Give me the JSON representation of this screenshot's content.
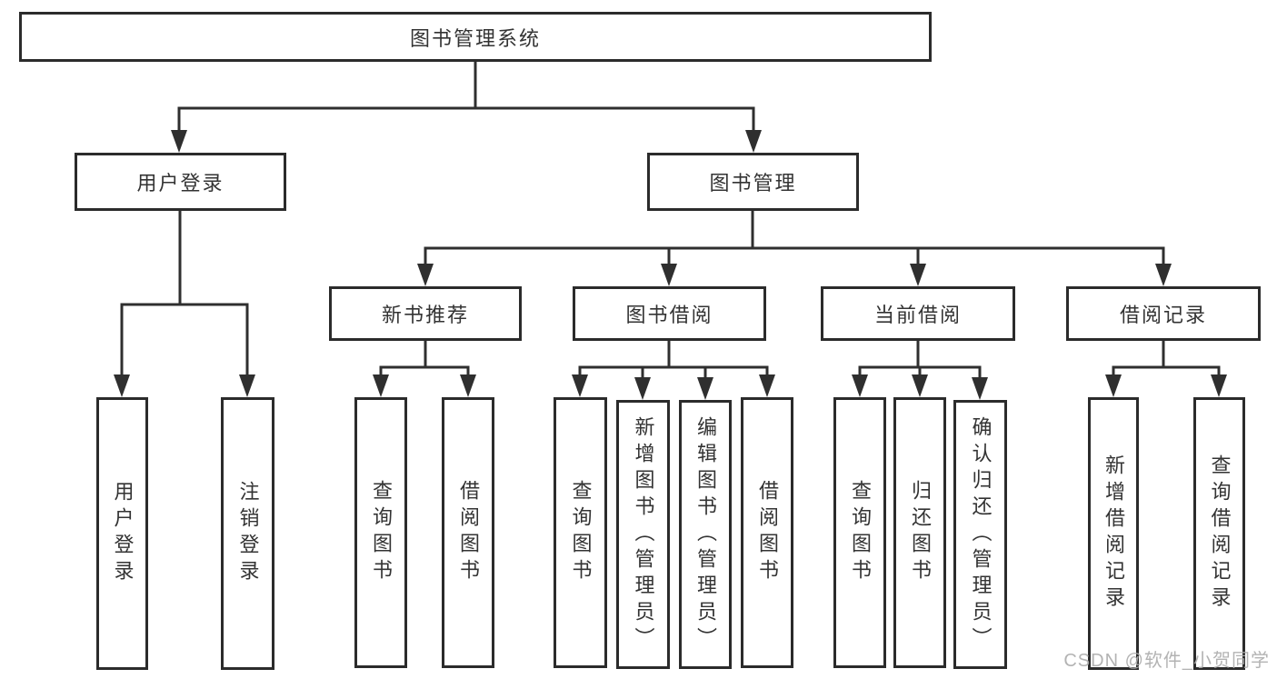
{
  "tree": {
    "root": {
      "label": "图书管理系统"
    },
    "branches": [
      {
        "label": "用户登录",
        "children": [
          {
            "label": "用户登录"
          },
          {
            "label": "注销登录"
          }
        ]
      },
      {
        "label": "图书管理",
        "children": [
          {
            "label": "新书推荐",
            "children": [
              {
                "label": "查询图书"
              },
              {
                "label": "借阅图书"
              }
            ]
          },
          {
            "label": "图书借阅",
            "children": [
              {
                "label": "查询图书"
              },
              {
                "label": "新增图书（管理员）"
              },
              {
                "label": "编辑图书（管理员）"
              },
              {
                "label": "借阅图书"
              }
            ]
          },
          {
            "label": "当前借阅",
            "children": [
              {
                "label": "查询图书"
              },
              {
                "label": "归还图书"
              },
              {
                "label": "确认归还（管理员）"
              }
            ]
          },
          {
            "label": "借阅记录",
            "children": [
              {
                "label": "新增借阅记录"
              },
              {
                "label": "查询借阅记录"
              }
            ]
          }
        ]
      }
    ]
  },
  "watermark": "CSDN @软件_小贺同学",
  "colors": {
    "line": "#2f2f2f",
    "box_border": "#2b2b2b",
    "text": "#333333",
    "watermark": "#acacac",
    "background": "#ffffff"
  }
}
